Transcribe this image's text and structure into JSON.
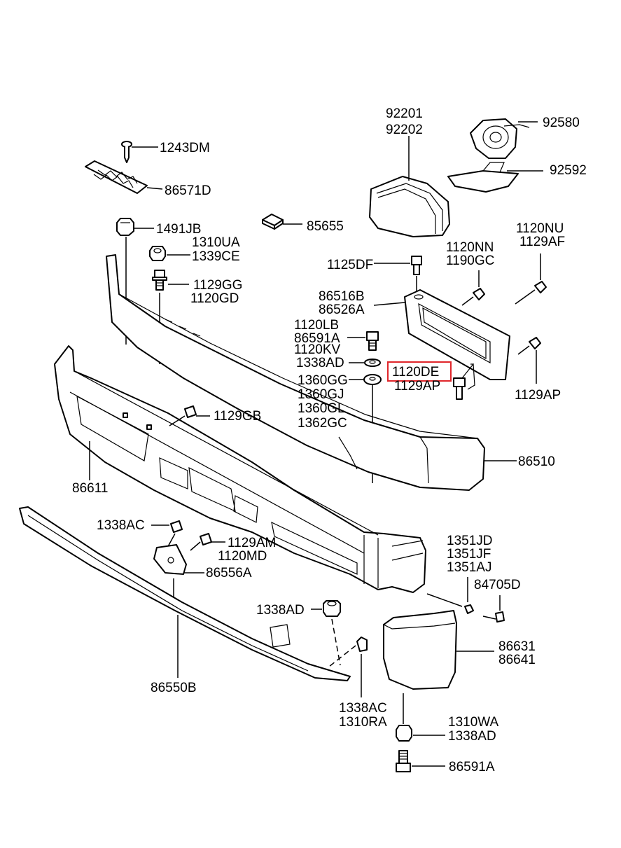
{
  "highlight_label": "1120DE",
  "labels": {
    "p92201": "92201",
    "p92202": "92202",
    "p92580": "92580",
    "p92592": "92592",
    "p1243DM": "1243DM",
    "p86571D": "86571D",
    "p1491JB": "1491JB",
    "p85655": "85655",
    "p1310UA": "1310UA",
    "p1339CE": "1339CE",
    "p1129GG": "1129GG",
    "p1120GD": "1120GD",
    "p1120NU": "1120NU",
    "p1129AF": "1129AF",
    "p1120NN": "1120NN",
    "p1190GC": "1190GC",
    "p1125DF": "1125DF",
    "p86516B": "86516B",
    "p86526A": "86526A",
    "p1120LB": "1120LB",
    "p86591A_top": "86591A",
    "p1120KV": "1120KV",
    "p1338AD_top": "1338AD",
    "p1120DE": "1120DE",
    "p1129AP_mid": "1129AP",
    "p1129AP_right": "1129AP",
    "p1360GG": "1360GG",
    "p1360GJ": "1360GJ",
    "p1360GL": "1360GL",
    "p1362GC": "1362GC",
    "p1129GB": "1129GB",
    "p86510": "86510",
    "p86611": "86611",
    "p1338AC_left": "1338AC",
    "p1129AM": "1129AM",
    "p1120MD": "1120MD",
    "p86556A": "86556A",
    "p1351JD": "1351JD",
    "p1351JF": "1351JF",
    "p1351AJ": "1351AJ",
    "p84705D": "84705D",
    "p1338AD_mid": "1338AD",
    "p86631": "86631",
    "p86641": "86641",
    "p86550B": "86550B",
    "p1338AC_bottom": "1338AC",
    "p1310RA": "1310RA",
    "p1310WA": "1310WA",
    "p1338AD_bottom": "1338AD",
    "p86591A_bottom": "86591A"
  }
}
